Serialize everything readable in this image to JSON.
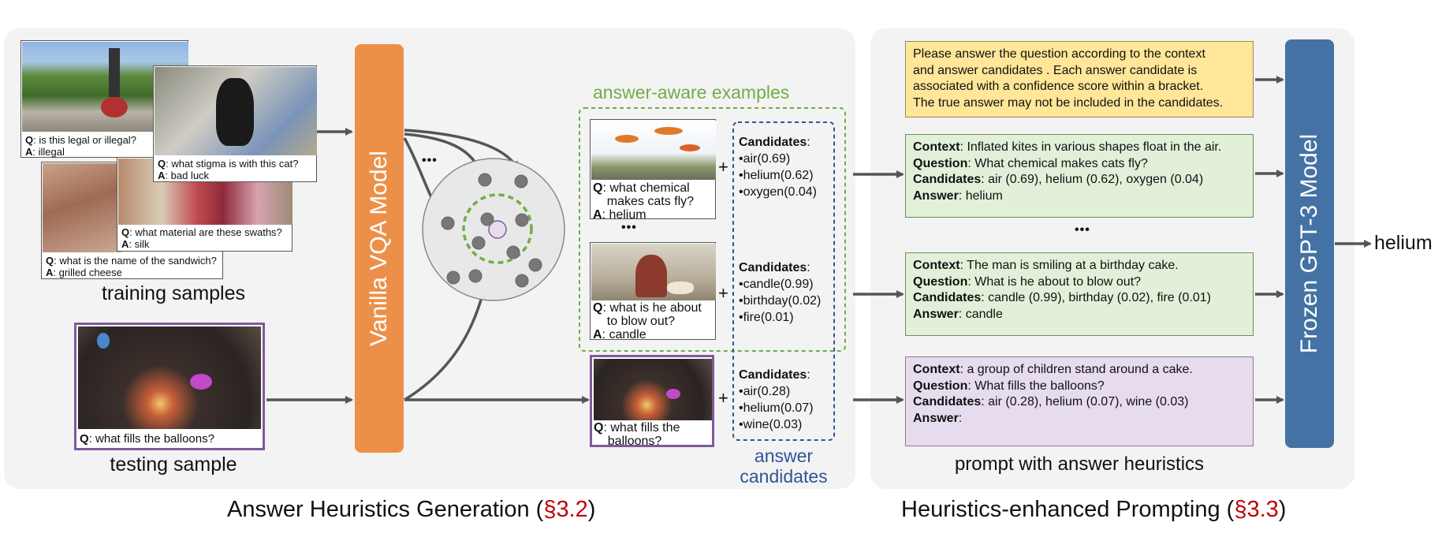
{
  "training": {
    "card1": {
      "q": "is this legal or illegal?",
      "a": "illegal"
    },
    "card2": {
      "q": "what stigma is with this cat?",
      "a": "bad luck"
    },
    "card3": {
      "q": "what material are these swaths?",
      "a": "silk"
    },
    "card4": {
      "q": "what is the name of the sandwich?",
      "a": "grilled cheese"
    },
    "label": "training samples"
  },
  "testing": {
    "q": "what fills the balloons?",
    "label": "testing sample"
  },
  "labels": {
    "q": "Q",
    "a": "A"
  },
  "vqa_model": "Vanilla VQA Model",
  "gpt_model": "Frozen GPT-3 Model",
  "ellipsis": "•••",
  "plus": "+",
  "answer_aware_title": "answer-aware examples",
  "answer_candidates_title": [
    "answer",
    "candidates"
  ],
  "examples": [
    {
      "q_line1": "what chemical",
      "q_line2": "makes cats fly?",
      "a": "helium",
      "cand_title": "Candidates",
      "cands": [
        "•air(0.69)",
        "•helium(0.62)",
        "•oxygen(0.04)"
      ]
    },
    {
      "q_line1": "what is he about",
      "q_line2": "to blow out?",
      "a": "candle",
      "cand_title": "Candidates",
      "cands": [
        "•candle(0.99)",
        "•birthday(0.02)",
        "•fire(0.01)"
      ]
    },
    {
      "q_line1": "what fills the",
      "q_line2": "balloons?",
      "cand_title": "Candidates",
      "cands": [
        "•air(0.28)",
        "•helium(0.07)",
        "•wine(0.03)"
      ]
    }
  ],
  "prompt": {
    "instruction": [
      "Please answer the question according to the context",
      "and answer candidates . Each answer candidate is",
      "associated with a confidence score within a bracket.",
      "The true answer may not be included in the candidates."
    ],
    "keys": {
      "context": "Context",
      "question": "Question",
      "candidates": "Candidates",
      "answer": "Answer"
    },
    "blocks": [
      {
        "context": ": Inflated kites in various shapes float in the air.",
        "question": ": What chemical makes cats fly?",
        "candidates": ": air (0.69), helium (0.62), oxygen (0.04)",
        "answer": ": helium"
      },
      {
        "context": ": The man is smiling at a birthday cake.",
        "question": ": What is he about to blow out?",
        "candidates": ": candle (0.99), birthday (0.02), fire (0.01)",
        "answer": ": candle"
      },
      {
        "context": ": a group of children stand around a cake.",
        "question": ": What fills the balloons?",
        "candidates": ": air (0.28), helium (0.07), wine (0.03)",
        "answer": ":"
      }
    ],
    "label": "prompt with answer heuristics"
  },
  "output": "helium",
  "sections": {
    "left": {
      "text": "Answer Heuristics Generation (",
      "ref": "§3.2",
      "close": ")"
    },
    "right": {
      "text": "Heuristics-enhanced Prompting (",
      "ref": "§3.3",
      "close": ")"
    }
  },
  "colors": {
    "vqa": "#ec9049",
    "gpt": "#4472a4",
    "green": "#70ad47",
    "blue": "#2f5597",
    "purple": "#7f5a9b",
    "yellow": "#ffe699",
    "lightgreen": "#e2f0d9",
    "lightpurple": "#e6dcee",
    "ref": "#c00000"
  }
}
